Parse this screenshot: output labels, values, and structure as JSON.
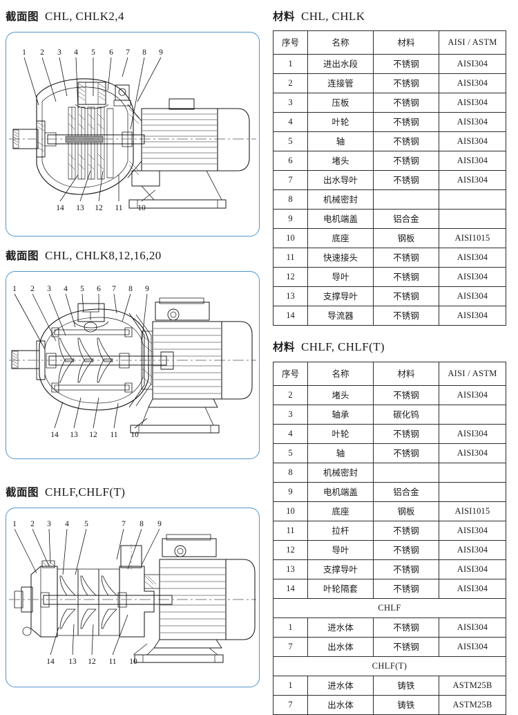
{
  "figures": [
    {
      "id": "chl-chlk-2-4",
      "heading_cn": "截面图",
      "heading_en": "CHL, CHLK2,4",
      "top_labels": [
        "1",
        "2",
        "3",
        "4",
        "5",
        "6",
        "7",
        "8",
        "9"
      ],
      "bottom_labels": [
        "14",
        "13",
        "12",
        "11",
        "10"
      ]
    },
    {
      "id": "chl-chlk-8-12-16-20",
      "heading_cn": "截面图",
      "heading_en": "CHL, CHLK8,12,16,20",
      "top_labels": [
        "1",
        "2",
        "3",
        "4",
        "5",
        "6",
        "7",
        "8",
        "9"
      ],
      "bottom_labels": [
        "14",
        "13",
        "12",
        "11",
        "10"
      ]
    },
    {
      "id": "chlf-chlft",
      "heading_cn": "截面图",
      "heading_en": "CHLF,CHLF(T)",
      "top_labels": [
        "1",
        "2",
        "3",
        "4",
        "5",
        "7",
        "8",
        "9"
      ],
      "bottom_labels": [
        "14",
        "13",
        "12",
        "11",
        "10"
      ]
    }
  ],
  "tables": [
    {
      "id": "material-chl-chlk",
      "heading_cn": "材料",
      "heading_en": "CHL, CHLK",
      "columns": [
        "序号",
        "名称",
        "材料",
        "AISI / ASTM"
      ],
      "rows": [
        {
          "no": "1",
          "name": "进出水段",
          "material": "不锈钢",
          "std": "AISI304"
        },
        {
          "no": "2",
          "name": "连接管",
          "material": "不锈钢",
          "std": "AISI304"
        },
        {
          "no": "3",
          "name": "压板",
          "material": "不锈钢",
          "std": "AISI304"
        },
        {
          "no": "4",
          "name": "叶轮",
          "material": "不锈钢",
          "std": "AISI304"
        },
        {
          "no": "5",
          "name": "轴",
          "material": "不锈钢",
          "std": "AISI304"
        },
        {
          "no": "6",
          "name": "堵头",
          "material": "不锈钢",
          "std": "AISI304"
        },
        {
          "no": "7",
          "name": "出水导叶",
          "material": "不锈钢",
          "std": "AISI304"
        },
        {
          "no": "8",
          "name": "机械密封",
          "material": "",
          "std": ""
        },
        {
          "no": "9",
          "name": "电机端盖",
          "material": "铝合金",
          "std": ""
        },
        {
          "no": "10",
          "name": "底座",
          "material": "钢板",
          "std": "AISI1015"
        },
        {
          "no": "11",
          "name": "快速接头",
          "material": "不锈钢",
          "std": "AISI304"
        },
        {
          "no": "12",
          "name": "导叶",
          "material": "不锈钢",
          "std": "AISI304"
        },
        {
          "no": "13",
          "name": "支撑导叶",
          "material": "不锈钢",
          "std": "AISI304"
        },
        {
          "no": "14",
          "name": "导流器",
          "material": "不锈钢",
          "std": "AISI304"
        }
      ]
    },
    {
      "id": "material-chlf-chlft",
      "heading_cn": "材料",
      "heading_en": "CHLF, CHLF(T)",
      "columns": [
        "序号",
        "名称",
        "材料",
        "AISI / ASTM"
      ],
      "rows": [
        {
          "no": "2",
          "name": "堵头",
          "material": "不锈钢",
          "std": "AISI304"
        },
        {
          "no": "3",
          "name": "轴承",
          "material": "碳化钨",
          "std": ""
        },
        {
          "no": "4",
          "name": "叶轮",
          "material": "不锈钢",
          "std": "AISI304"
        },
        {
          "no": "5",
          "name": "轴",
          "material": "不锈钢",
          "std": "AISI304"
        },
        {
          "no": "8",
          "name": "机械密封",
          "material": "",
          "std": ""
        },
        {
          "no": "9",
          "name": "电机端盖",
          "material": "铝合金",
          "std": ""
        },
        {
          "no": "10",
          "name": "底座",
          "material": "钢板",
          "std": "AISI1015"
        },
        {
          "no": "11",
          "name": "拉杆",
          "material": "不锈钢",
          "std": "AISI304"
        },
        {
          "no": "12",
          "name": "导叶",
          "material": "不锈钢",
          "std": "AISI304"
        },
        {
          "no": "13",
          "name": "支撑导叶",
          "material": "不锈钢",
          "std": "AISI304"
        },
        {
          "no": "14",
          "name": "叶轮隔套",
          "material": "不锈钢",
          "std": "AISI304"
        }
      ],
      "group1_label": "CHLF",
      "group1_rows": [
        {
          "no": "1",
          "name": "进水体",
          "material": "不锈钢",
          "std": "AISI304"
        },
        {
          "no": "7",
          "name": "出水体",
          "material": "不锈钢",
          "std": "AISI304"
        }
      ],
      "group2_label": "CHLF(T)",
      "group2_rows": [
        {
          "no": "1",
          "name": "进水体",
          "material": "铸铁",
          "std": "ASTM25B"
        },
        {
          "no": "7",
          "name": "出水体",
          "material": "铸铁",
          "std": "ASTM25B"
        }
      ]
    }
  ],
  "colors": {
    "frame_border": "#4e95cd",
    "line": "#1a1a1a",
    "table_border": "#2b2b2b"
  }
}
